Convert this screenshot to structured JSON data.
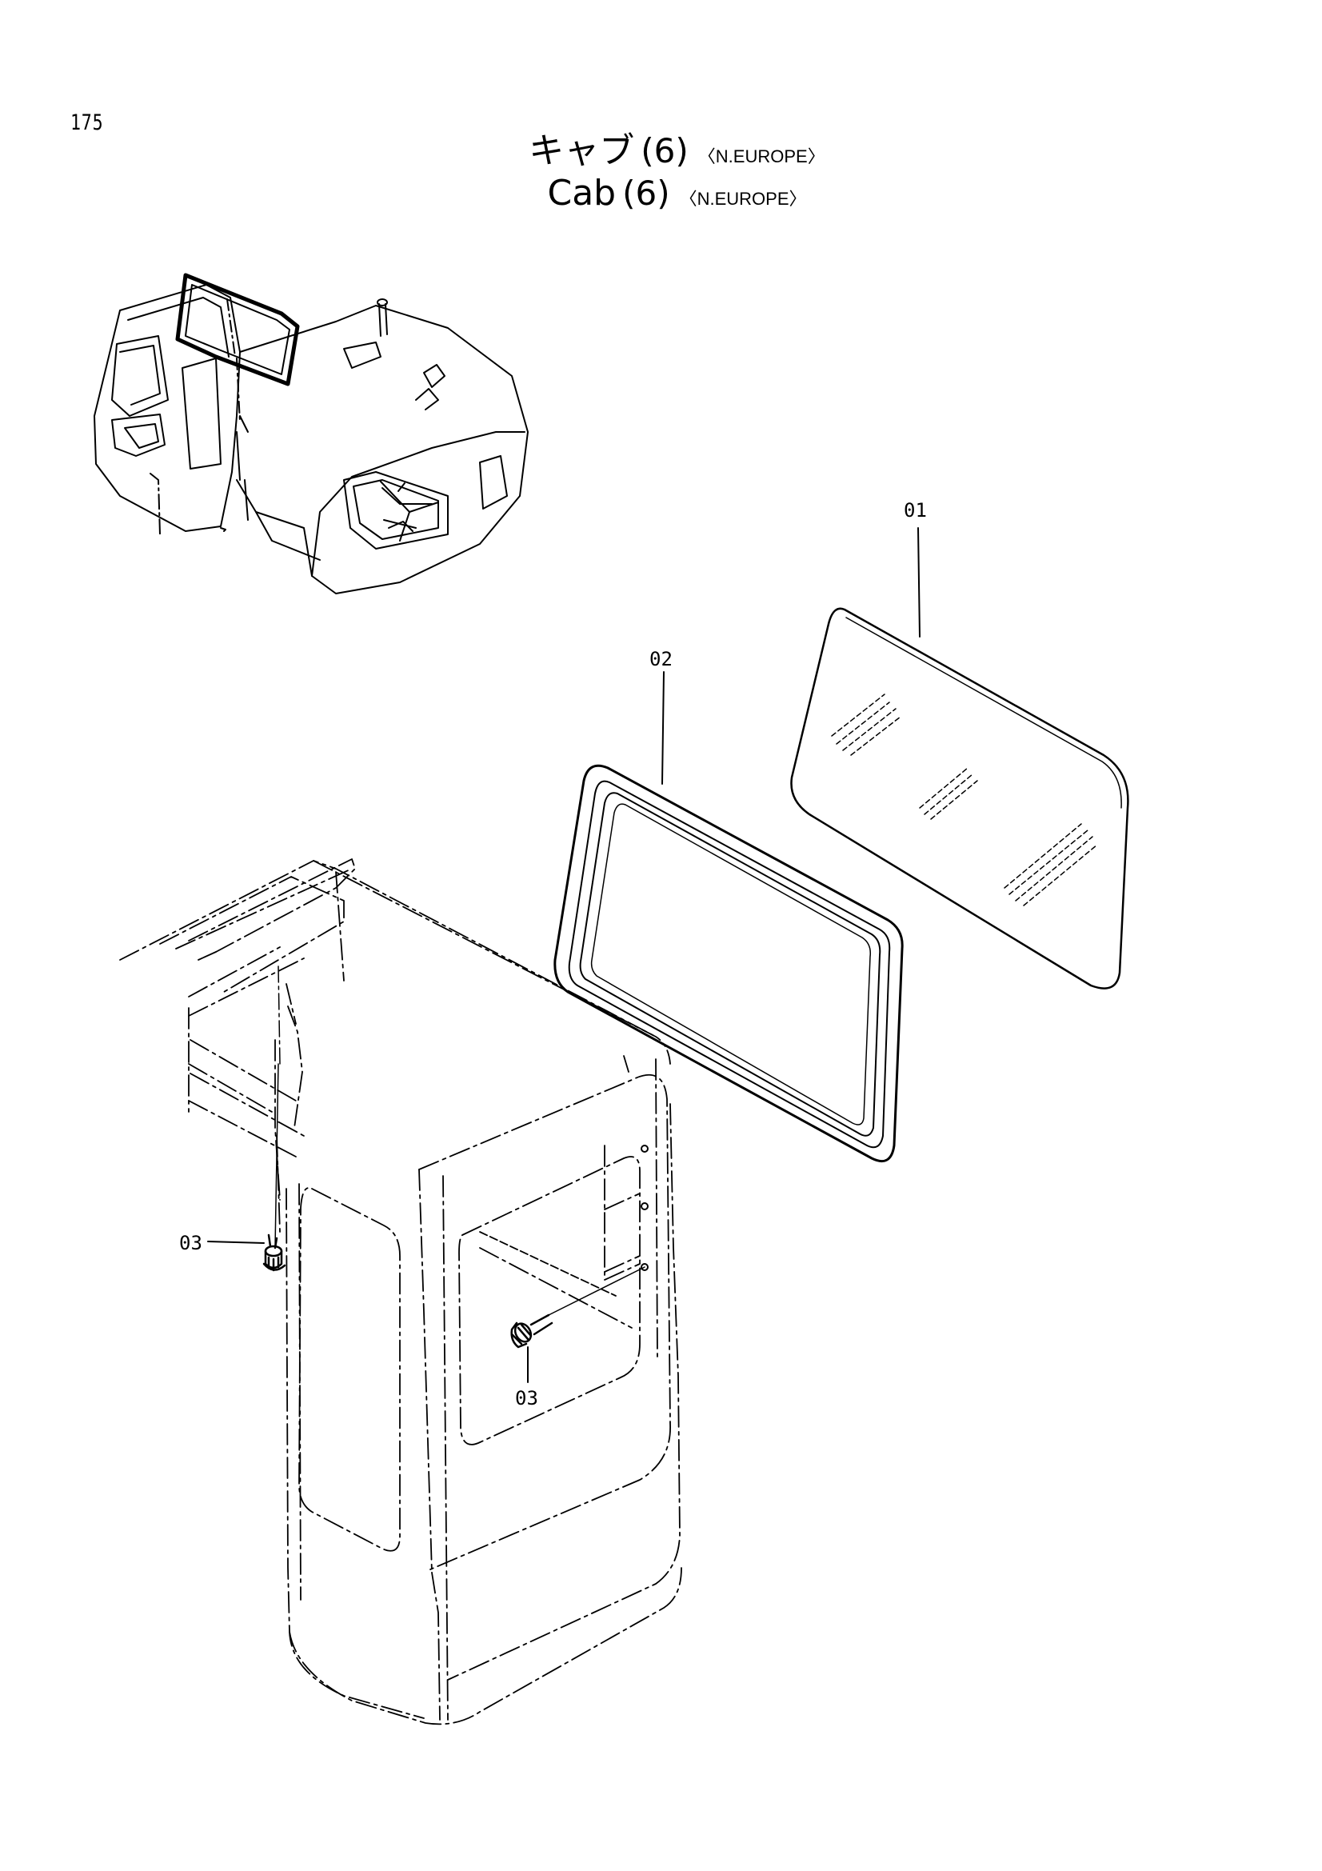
{
  "page": {
    "number": "175"
  },
  "title": {
    "jp_text": "キャブ",
    "en_text": "Cab",
    "variant": "(6)",
    "region": "〈N.EUROPE〉"
  },
  "callouts": [
    {
      "label": "01",
      "part": "glass"
    },
    {
      "label": "02",
      "part": "seal-gasket"
    },
    {
      "label": "03",
      "part": "bolt-left"
    },
    {
      "label": "03",
      "part": "bolt-right"
    }
  ]
}
